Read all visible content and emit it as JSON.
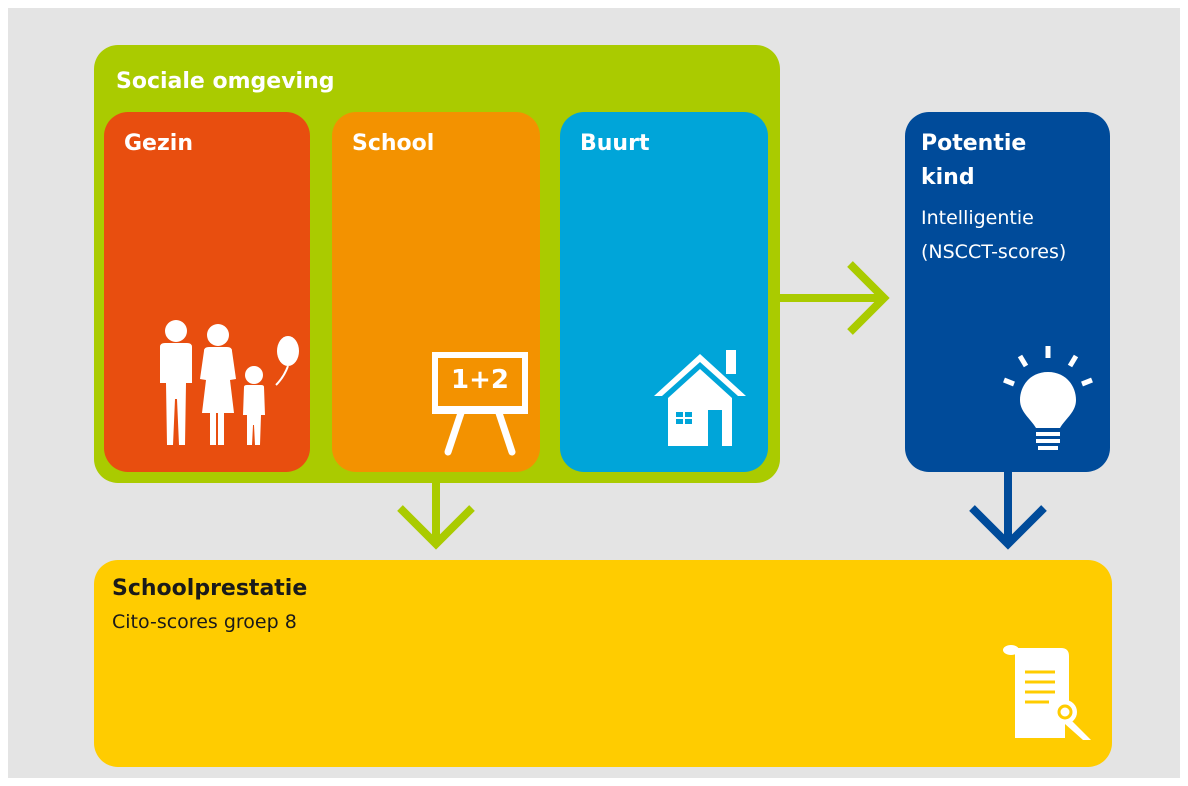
{
  "social": {
    "title": "Sociale omgeving"
  },
  "gezin": {
    "title": "Gezin",
    "icon": "family-icon"
  },
  "school": {
    "title": "School",
    "icon": "blackboard-icon",
    "board_text": "1+2"
  },
  "buurt": {
    "title": "Buurt",
    "icon": "house-icon"
  },
  "potentie": {
    "title_line1": "Potentie",
    "title_line2": "kind",
    "sub_line1": "Intelligentie",
    "sub_line2": "(NSCCT-scores)",
    "icon": "lightbulb-icon"
  },
  "prestatie": {
    "title": "Schoolprestatie",
    "subtitle": "Cito-scores groep 8",
    "icon": "certificate-scroll-icon"
  },
  "colors": {
    "background": "#e4e4e4",
    "social": "#aacb00",
    "gezin": "#e84e0f",
    "school": "#f39200",
    "buurt": "#00a5d9",
    "potentie": "#004b9a",
    "prestatie": "#ffcc00"
  }
}
